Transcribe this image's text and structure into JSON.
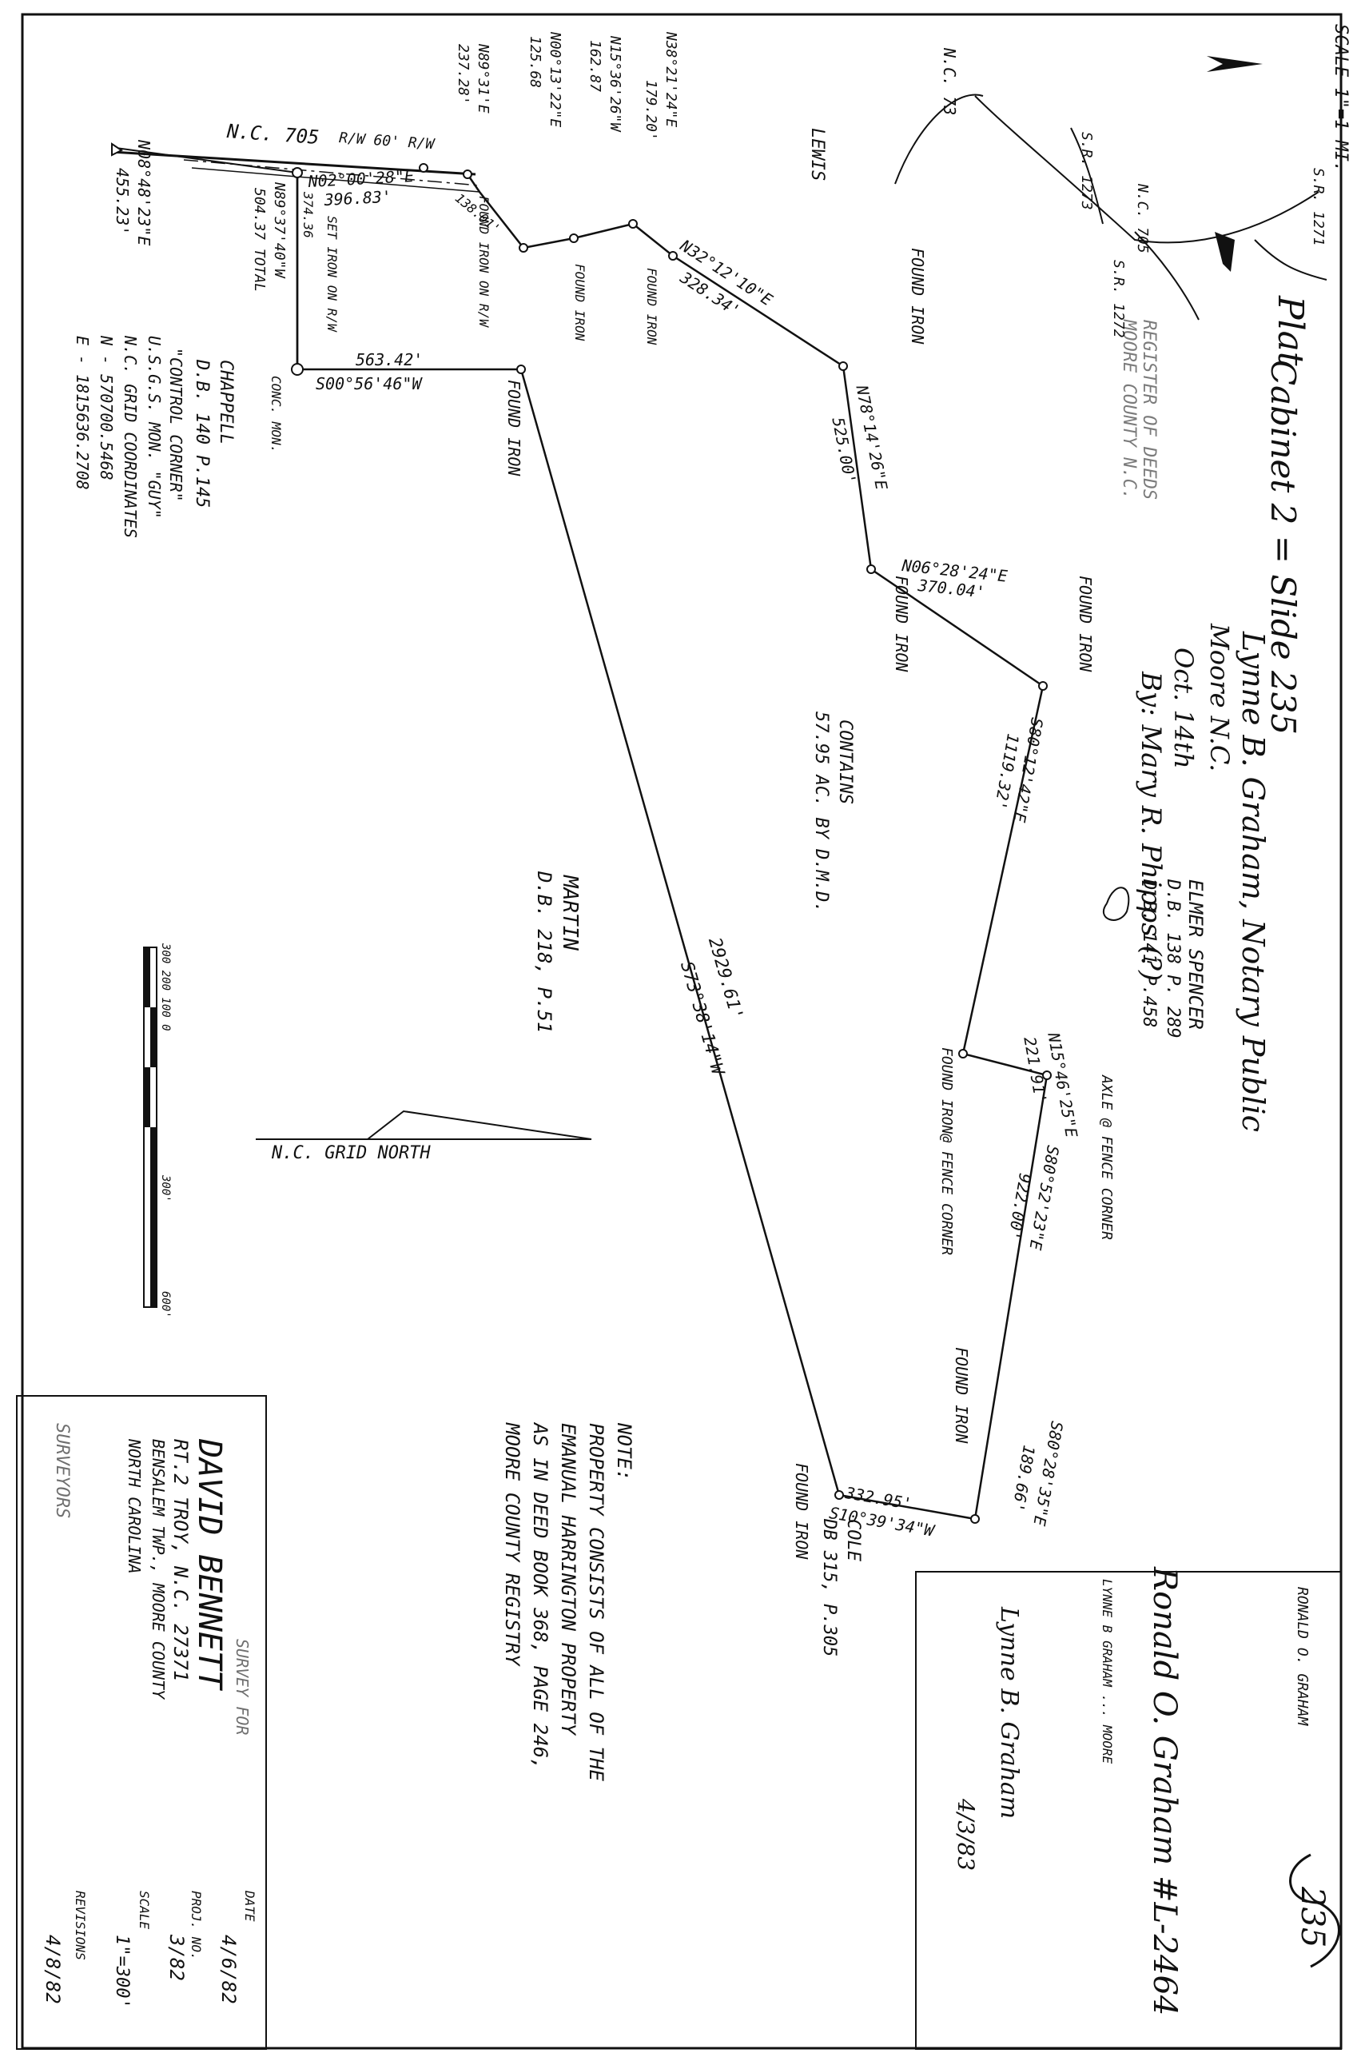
{
  "plat": {
    "title": "Plat",
    "cabinet": "Cabinet 2 = Slide 235",
    "scale_note": "SCALE 1\"=1 MI.",
    "page_mark": "235"
  },
  "vicinity": {
    "roads": [
      "N.C. 73",
      "S.R. 1273",
      "N.C. 705",
      "S.R. 1271",
      "S.R. 1272"
    ]
  },
  "stamp": {
    "line1": "REGISTER OF DEEDS",
    "line2": "MOORE COUNTY N.C."
  },
  "notary": {
    "line1": "Lynne B. Graham, Notary Public",
    "line2": "Moore N.C.",
    "line3": "Oct. 14th",
    "by": "By: Mary R. Phipps (?)"
  },
  "adjoiners": {
    "lewis": "LEWIS",
    "spencer": "ELMER SPENCER",
    "spencer_db": "D.B. 138 P. 289",
    "spencer_db2": "D.B. 141 P.458",
    "chappell": "CHAPPELL",
    "chappell_db": "D.B. 140 P.145",
    "martin": "MARTIN",
    "martin_db": "D.B. 218, P.51",
    "cole": "COLE",
    "cole_db": "DB 315, P.305"
  },
  "road": {
    "name": "N.C. 705",
    "row": "R/W 60' R/W"
  },
  "bearings": {
    "b1": "N02°00'28\"E",
    "d1": "396.83'",
    "b2": "N89°37'40\"W",
    "d2": "374.36",
    "d2b": "504.37 TOTAL",
    "b3": "S00°56'46\"W",
    "d3": "563.42'",
    "b4": "N32°12'10\"E",
    "d4": "328.34'",
    "b5": "N78°14'26\"E",
    "d5": "525.00'",
    "b6": "N06°28'24\"E",
    "d6": "370.04'",
    "b7": "S80°12'42\"E",
    "d7": "1119.32'",
    "b8": "N15°46'25\"E",
    "d8": "221.91'",
    "b9": "S80°52'23\"E",
    "d9": "922.00'",
    "b10": "S80°28'35\"E",
    "d10": "189.66'",
    "b11": "S10°39'34\"W",
    "d11": "332.95'",
    "b12": "S73°38'14\"W",
    "d12": "2929.61'",
    "short1": "N89°31'E",
    "short1d": "237.28'",
    "short2": "N00°13'22\"E",
    "short2d": "125.68",
    "short3": "N15°36'26\"W",
    "short3d": "162.87",
    "short4": "N38°21'24\"E",
    "short4d": "179.20'",
    "short5d": "138.01'"
  },
  "markers": {
    "found_iron": "FOUND IRON",
    "set_iron": "SET IRON ON R/W",
    "conc_mon": "CONC. MON.",
    "found_iron_rw": "FOUND IRON ON R/W",
    "found_iron_fence": "FOUND IRON@ FENCE CORNER",
    "axle": "AXLE @ FENCE CORNER"
  },
  "control": {
    "bearing": "N08°48'23\"E",
    "dist": "455.23'",
    "line1": "\"CONTROL CORNER\"",
    "line2": "U.S.G.S. MON. \"GUY\"",
    "line3": "N.C. GRID COORDINATES",
    "line4": "N - 570700.5468",
    "line5": "E - 1815636.2708"
  },
  "contains": {
    "line1": "CONTAINS",
    "line2": "57.95 AC. BY D.M.D."
  },
  "grid_north": "N.C. GRID NORTH",
  "scale_bar": {
    "ticks": [
      "300 200 100 0",
      "300'",
      "600'"
    ]
  },
  "note": {
    "head": "NOTE:",
    "l1": "PROPERTY CONSISTS OF ALL OF THE",
    "l2": "EMANUAL HARRINGTON PROPERTY",
    "l3": "AS IN DEED BOOK 368, PAGE 246,",
    "l4": "MOORE COUNTY REGISTRY"
  },
  "certificate": {
    "name": "RONALD O. GRAHAM",
    "sig": "Ronald O. Graham #L-2464",
    "notary_head": "LYNNE B GRAHAM ... MOORE",
    "notary_sig": "Lynne B. Graham",
    "date": "4/3/83"
  },
  "title_block": {
    "survey_for": "SURVEY FOR",
    "client": "DAVID BENNETT",
    "addr": "RT.2 TROY, N.C. 27371",
    "twp": "BENSALEM TWP., MOORE COUNTY",
    "state": "NORTH CAROLINA",
    "date_label": "DATE",
    "date": "4/6/82",
    "proj_label": "PROJ. NO.",
    "proj": "3/82",
    "scale_label": "SCALE",
    "scale": "1\"=300'",
    "rev_label": "REVISIONS",
    "rev": "4/8/82",
    "firm": "SURVEYORS"
  }
}
